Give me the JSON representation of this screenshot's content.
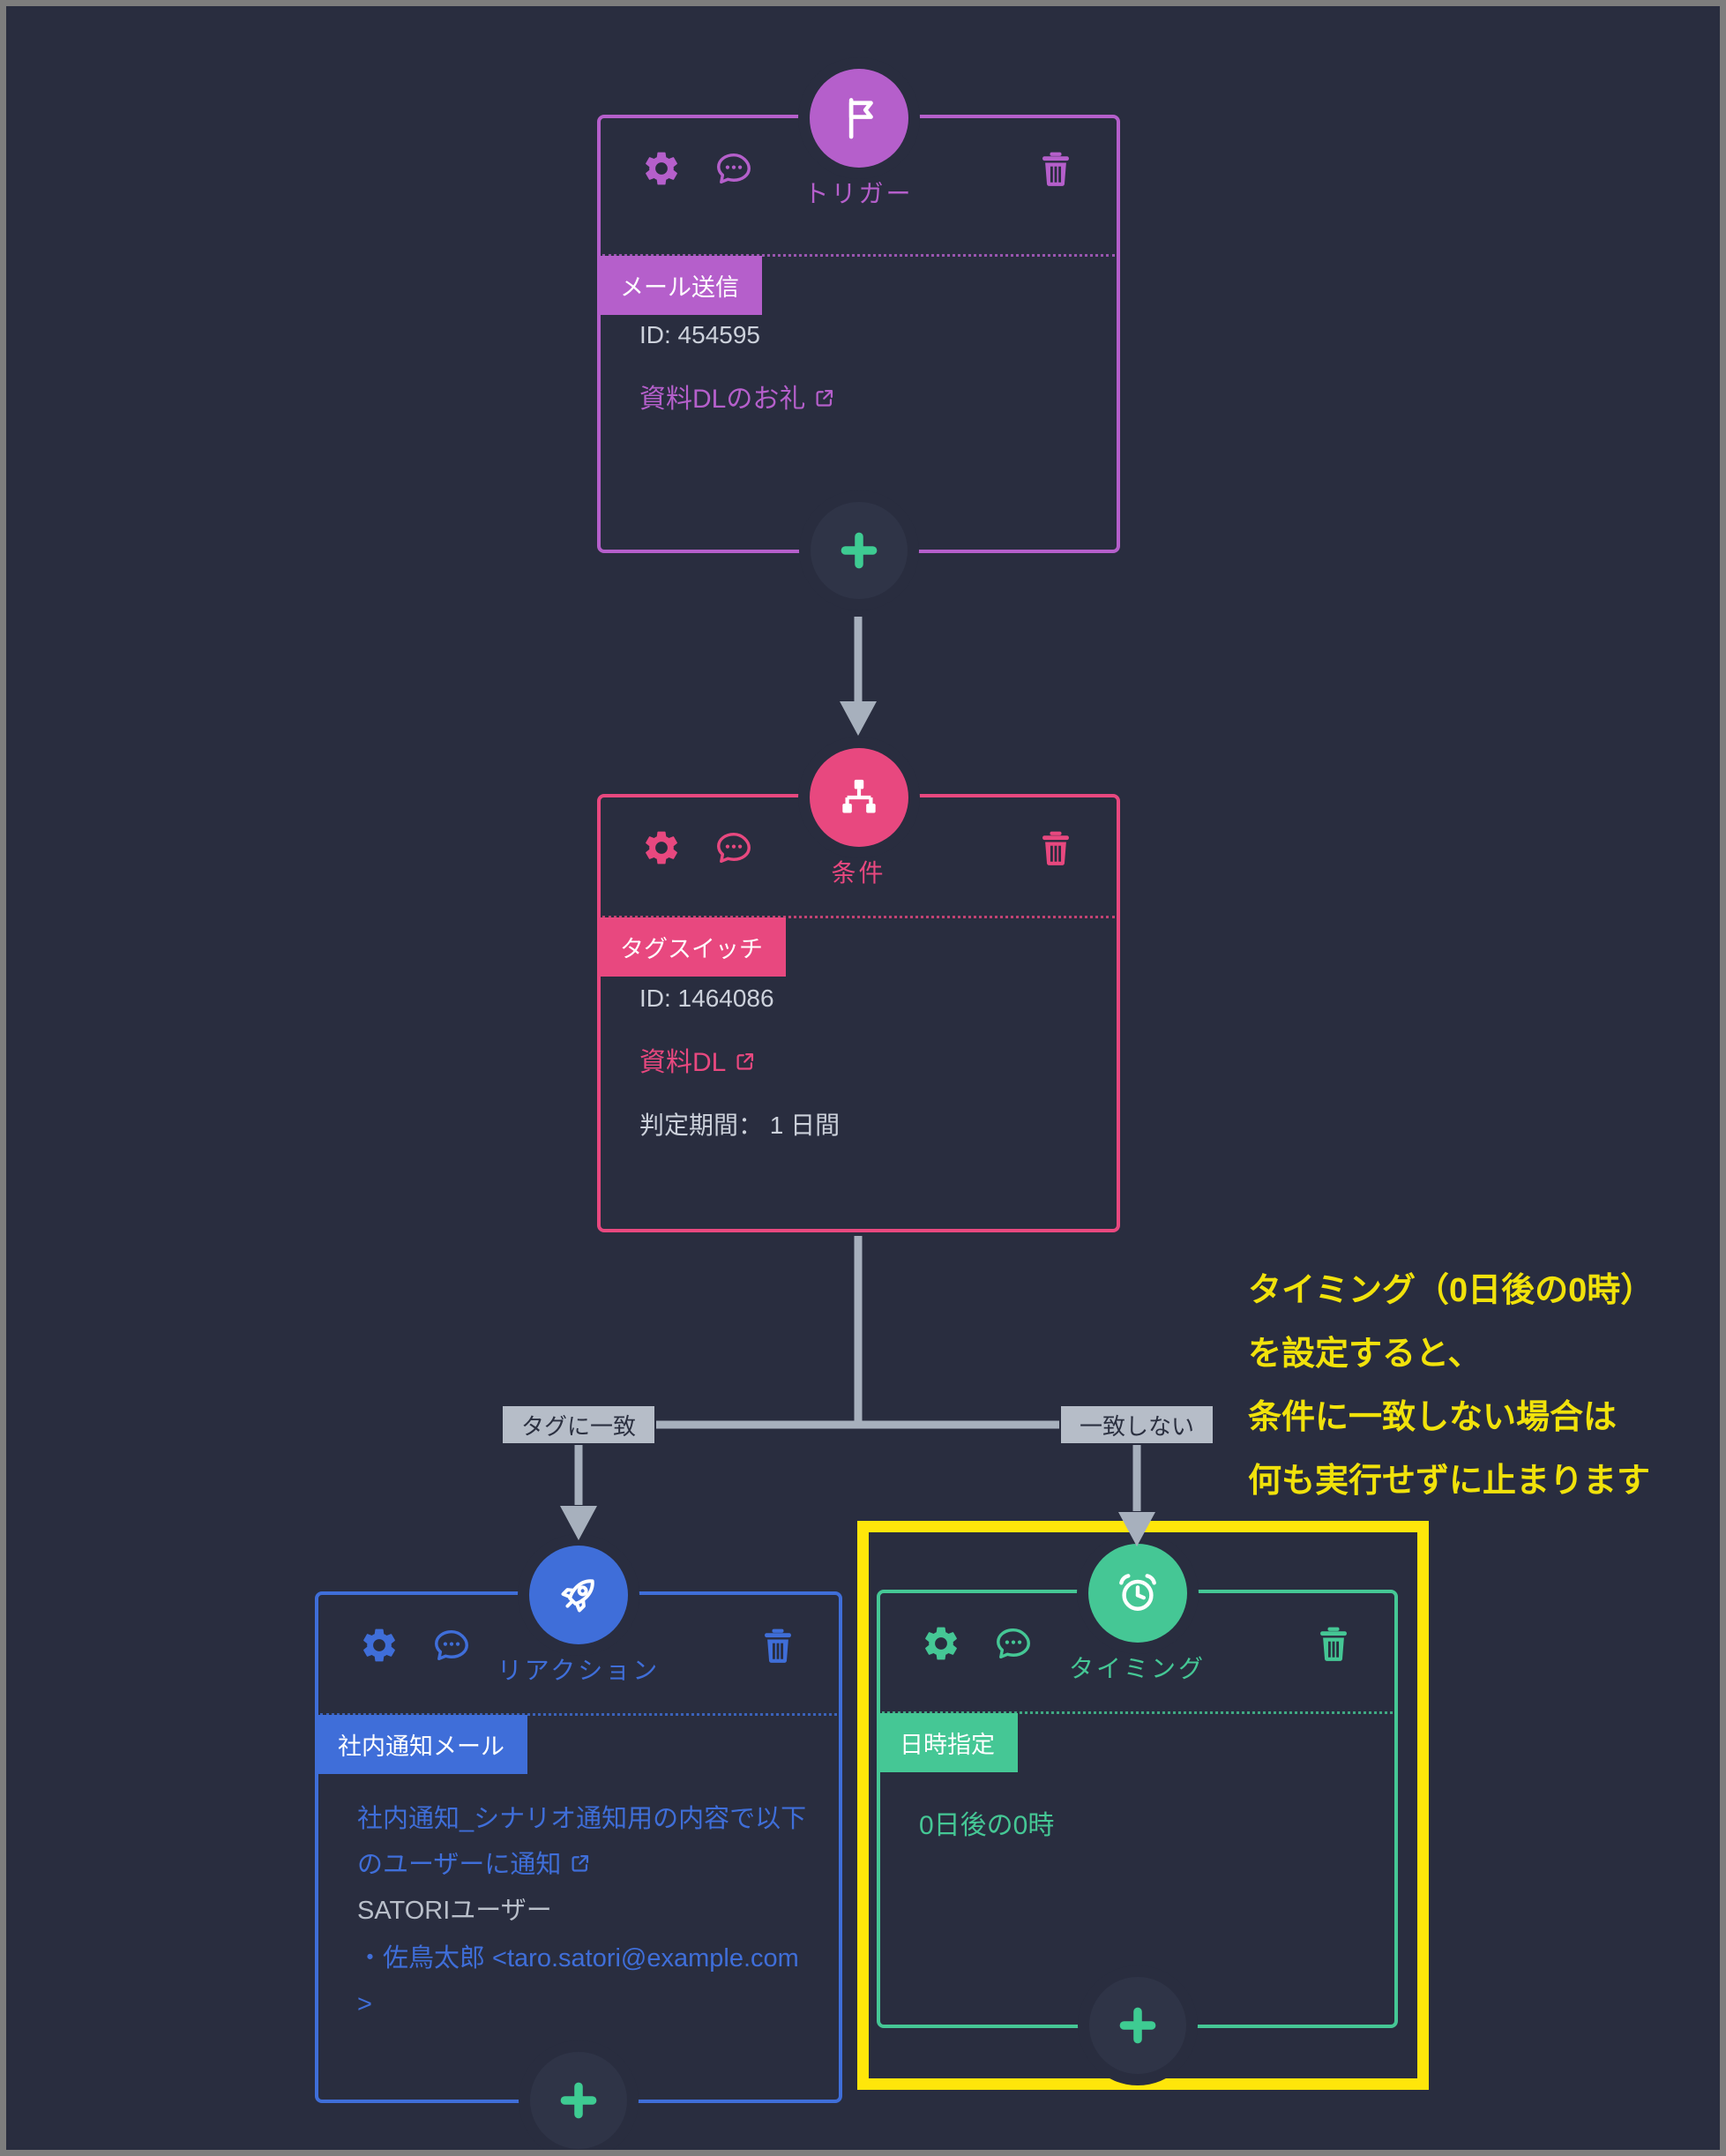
{
  "app": {
    "background": "#292d3f",
    "frame_color": "#7d7d7d",
    "plus_color": "#3ecb92"
  },
  "nodes": {
    "trigger": {
      "type_label": "トリガー",
      "badge": "メール送信",
      "id_text": "ID: 454595",
      "link_text": "資料DLのお礼",
      "accent": "#b55fcb"
    },
    "condition": {
      "type_label": "条件",
      "badge": "タグスイッチ",
      "id_text": "ID: 1464086",
      "link_text": "資料DL",
      "period_text": "判定期間： 1 日間",
      "accent": "#e8487f"
    },
    "reaction": {
      "type_label": "リアクション",
      "badge": "社内通知メール",
      "link_text": "社内通知_シナリオ通知用の内容で以下のユーザーに通知",
      "subtext": "SATORIユーザー",
      "recipient": "・佐鳥太郎 <taro.satori@example.com>",
      "accent": "#3f6ed9"
    },
    "timing": {
      "type_label": "タイミング",
      "badge": "日時指定",
      "body_text": "0日後の0時",
      "accent": "#45c795"
    }
  },
  "edges": {
    "left_label": "タグに一致",
    "right_label": "一致しない",
    "line_color": "#a7b0bd",
    "label_bg": "#b6bdc8",
    "label_text_color": "#2b3040"
  },
  "highlight": {
    "box_color": "#ffe60a"
  },
  "annotation": {
    "color": "#f1e20b",
    "lines": [
      "タイミング（0日後の0時）",
      "を設定すると、",
      "条件に一致しない場合は",
      "何も実行せずに止まります"
    ]
  }
}
